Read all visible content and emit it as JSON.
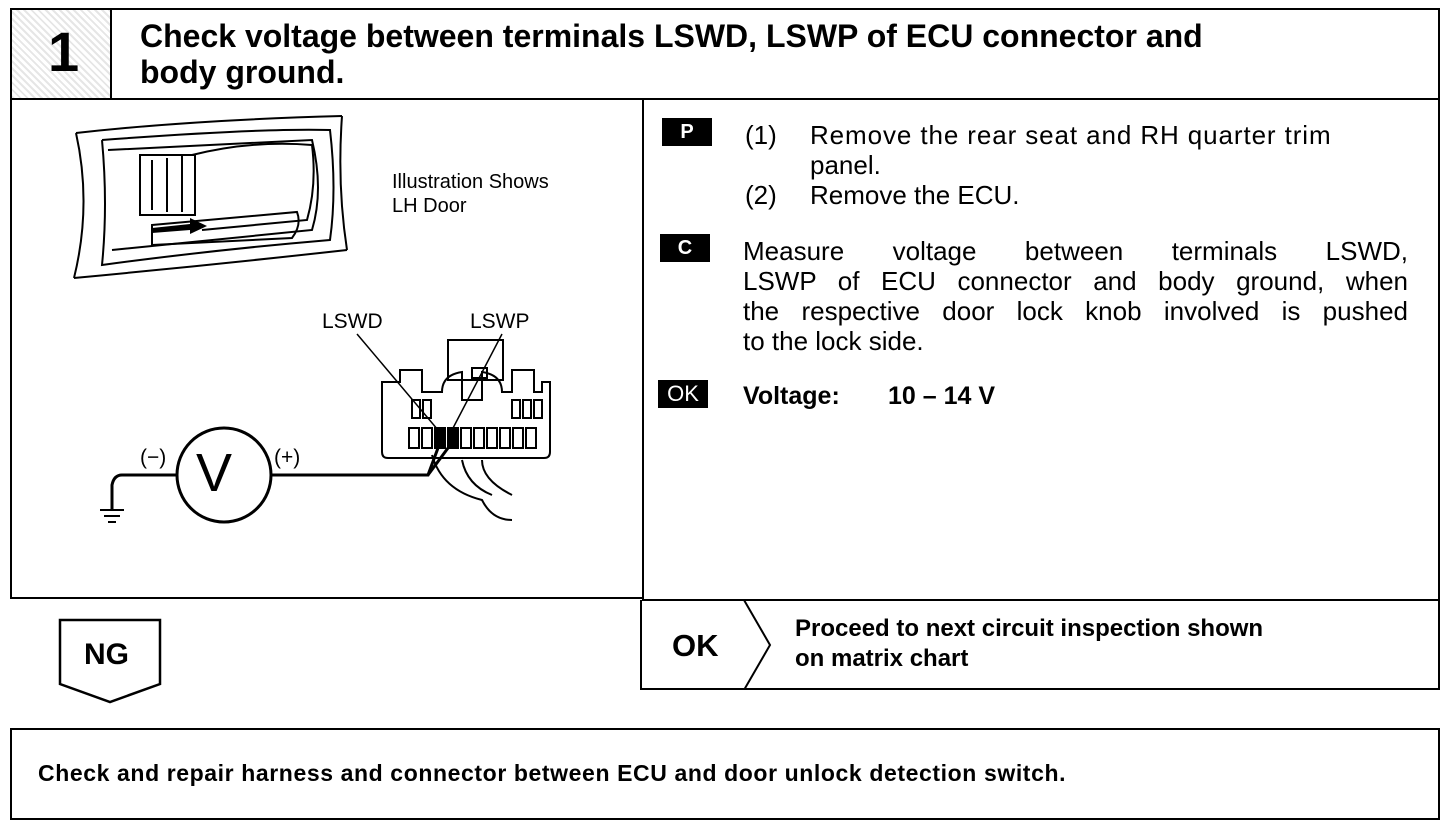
{
  "step": {
    "number": "1",
    "title_line1": "Check voltage between terminals LSWD, LSWP of ECU connector and",
    "title_line2": "body ground."
  },
  "illustration": {
    "caption_line1": "Illustration Shows",
    "caption_line2": "LH Door",
    "label_lswd": "LSWD",
    "label_lswp": "LSWP",
    "label_minus": "(−)",
    "label_plus": "(+)",
    "meter_symbol": "V"
  },
  "procedure": {
    "p_tag": "P",
    "p_step1_num": "(1)",
    "p_step1_line1": "Remove the rear seat and RH quarter trim",
    "p_step1_line2": "panel.",
    "p_step2_num": "(2)",
    "p_step2_text": "Remove the ECU.",
    "c_tag": "C",
    "c_line1": "Measure voltage between terminals LSWD,",
    "c_line2": "LSWP of ECU connector and body ground, when",
    "c_line3": "the respective door lock knob involved is pushed",
    "c_line4": "to the lock side.",
    "ok_tag": "OK",
    "ok_label": "Voltage:",
    "ok_value": "10 – 14 V"
  },
  "results": {
    "ng_label": "NG",
    "ok_label": "OK",
    "ok_text_line1": "Proceed to next circuit inspection shown",
    "ok_text_line2": "on matrix chart"
  },
  "next_action": {
    "text": "Check and repair harness and connector between ECU and door unlock detection switch."
  }
}
